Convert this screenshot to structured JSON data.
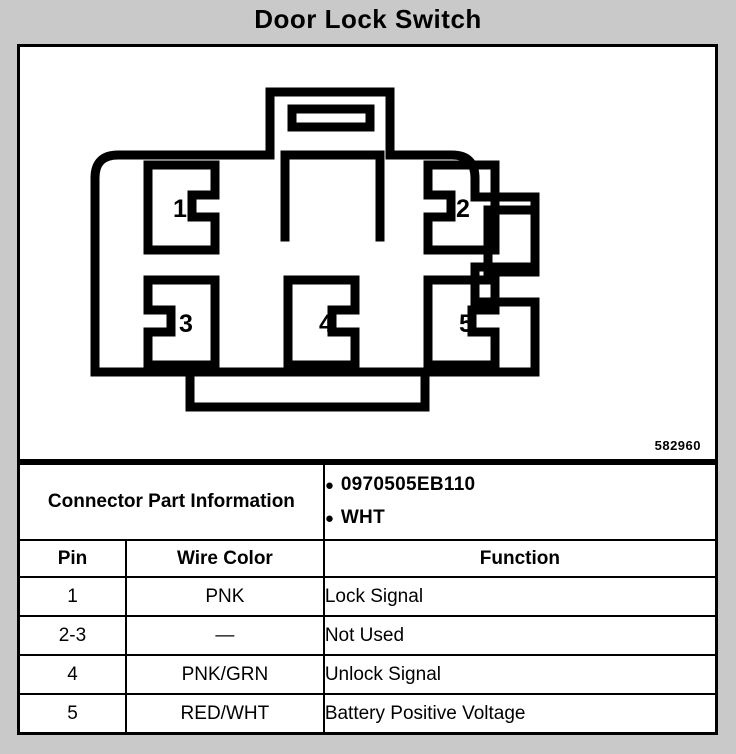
{
  "title": "Door Lock Switch",
  "diagram": {
    "ref_number": "582960",
    "pin_labels": [
      "1",
      "2",
      "3",
      "4",
      "5"
    ],
    "connector_type": "5-cavity female connector face view"
  },
  "table": {
    "connector_part_info_label": "Connector Part Information",
    "connector_part_info_values": [
      "0970505EB110",
      "WHT"
    ],
    "headers": [
      "Pin",
      "Wire Color",
      "Function"
    ],
    "rows": [
      {
        "pin": "1",
        "wire_color": "PNK",
        "function": "Lock Signal"
      },
      {
        "pin": "2-3",
        "wire_color": "—",
        "function": "Not Used"
      },
      {
        "pin": "4",
        "wire_color": "PNK/GRN",
        "function": "Unlock Signal"
      },
      {
        "pin": "5",
        "wire_color": "RED/WHT",
        "function": "Battery Positive Voltage"
      }
    ]
  },
  "colors": {
    "page_background": "#c9c9c9",
    "panel_background": "#ffffff",
    "ink": "#000000"
  }
}
